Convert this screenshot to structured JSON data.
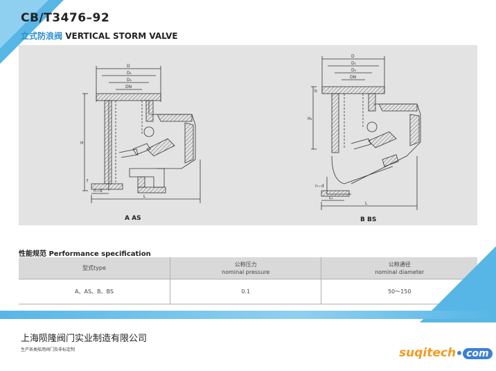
{
  "header": {
    "code": "CB/T3476–92",
    "name_cn": "立式防浪阀",
    "name_en": "VERTICAL STORM VALVE"
  },
  "drawings": {
    "left_caption": "A AS",
    "right_caption": "B BS",
    "dim_labels": {
      "D": "D",
      "D1": "D₁",
      "D2": "D₂",
      "DN": "DN",
      "H": "H",
      "H1": "H₁",
      "L": "L",
      "L1": "L₁",
      "b": "b",
      "f": "f",
      "n_d": "n−d"
    }
  },
  "spec": {
    "section_title": "性能规范  Performance specification",
    "headers": [
      {
        "cn": "型式type",
        "en": ""
      },
      {
        "cn": "公称压力",
        "en": "nominal pressure"
      },
      {
        "cn": "公称通径",
        "en": "nominal diameter"
      }
    ],
    "rows": [
      {
        "type": "A、AS、B、BS",
        "pressure": "0.1",
        "diameter": "50～150"
      }
    ]
  },
  "footer": {
    "company": "上海陨隆阀门实业制造有限公司",
    "tagline": "生产各类船用阀门及非标定制",
    "logo_main": "suqitech",
    "logo_tld": "com"
  },
  "colors": {
    "accent_blue": "#57b6e6",
    "logo_orange": "#f39a1e",
    "logo_blue": "#3b7fd8"
  }
}
